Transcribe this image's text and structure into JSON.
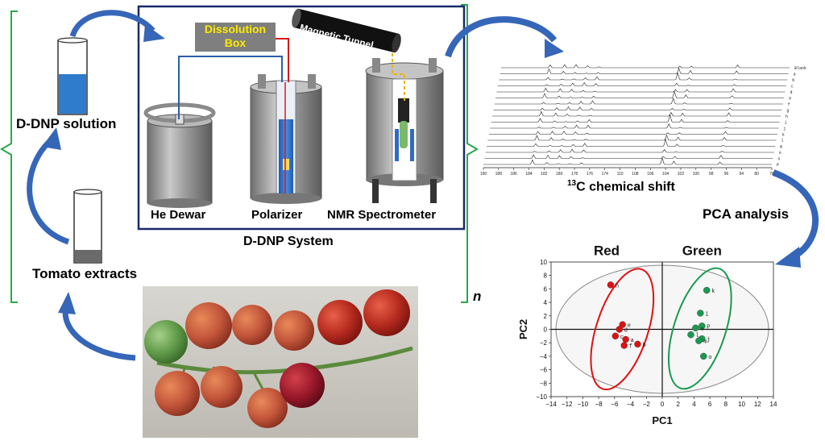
{
  "labels": {
    "ddnp_solution": "D-DNP solution",
    "tomato_extracts": "Tomato extracts",
    "he_dewar": "He Dewar",
    "polarizer": "Polarizer",
    "nmr_spectrometer": "NMR Spectrometer",
    "ddnp_system": "D-DNP System",
    "dissolution_box_line1": "Dissolution",
    "dissolution_box_line2": "Box",
    "magnetic_tunnel": "Magnetic Tunnel",
    "chem_shift_sup": "13",
    "chem_shift_text": "C chemical shift",
    "pca_analysis": "PCA analysis",
    "loop_n": "n"
  },
  "spectrum": {
    "trace_labels": [
      "Blank",
      "a",
      "b",
      "c",
      "d",
      "e",
      "f",
      "g",
      "h",
      "i",
      "j",
      "k",
      "l",
      "m",
      "n",
      "o",
      "P"
    ],
    "x_ticks": [
      "190",
      "188",
      "186",
      "184",
      "182",
      "180",
      "178",
      "176",
      "174",
      "110",
      "108",
      "106",
      "104",
      "102",
      "100",
      "98",
      "96",
      "94",
      "80",
      "78"
    ]
  },
  "chart_data": {
    "type": "scatter",
    "title": "",
    "xlabel": "PC1",
    "ylabel": "PC2",
    "xlim": [
      -14,
      14
    ],
    "ylim": [
      -10,
      10
    ],
    "x_ticks": [
      -14,
      -12,
      -10,
      -8,
      -6,
      -4,
      -2,
      0,
      2,
      4,
      6,
      8,
      10,
      12,
      14
    ],
    "y_ticks": [
      -10,
      -8,
      -6,
      -4,
      -2,
      0,
      2,
      4,
      6,
      8,
      10
    ],
    "groups": [
      {
        "name": "Red",
        "color": "#e01010"
      },
      {
        "name": "Green",
        "color": "#1a9a50"
      }
    ],
    "series": [
      {
        "group": "Red",
        "points": [
          {
            "label": "h",
            "x": -6.5,
            "y": 6.6
          },
          {
            "label": "e",
            "x": -5.0,
            "y": 0.7
          },
          {
            "label": "d",
            "x": -5.4,
            "y": 0.0
          },
          {
            "label": "c",
            "x": -5.9,
            "y": -1.0
          },
          {
            "label": "a",
            "x": -4.6,
            "y": -1.5
          },
          {
            "label": "b",
            "x": -3.1,
            "y": -2.2
          },
          {
            "label": "f",
            "x": -4.8,
            "y": -2.4
          }
        ]
      },
      {
        "group": "Green",
        "points": [
          {
            "label": "k",
            "x": 5.6,
            "y": 5.8
          },
          {
            "label": "i",
            "x": 4.8,
            "y": 2.4
          },
          {
            "label": "P",
            "x": 5.0,
            "y": 0.5
          },
          {
            "label": "n",
            "x": 4.2,
            "y": 0.2
          },
          {
            "label": "l",
            "x": 3.6,
            "y": -0.8
          },
          {
            "label": "j",
            "x": 5.0,
            "y": -1.4
          },
          {
            "label": "m",
            "x": 4.6,
            "y": -1.7
          },
          {
            "label": "o",
            "x": 5.2,
            "y": -4.0
          }
        ]
      }
    ]
  }
}
